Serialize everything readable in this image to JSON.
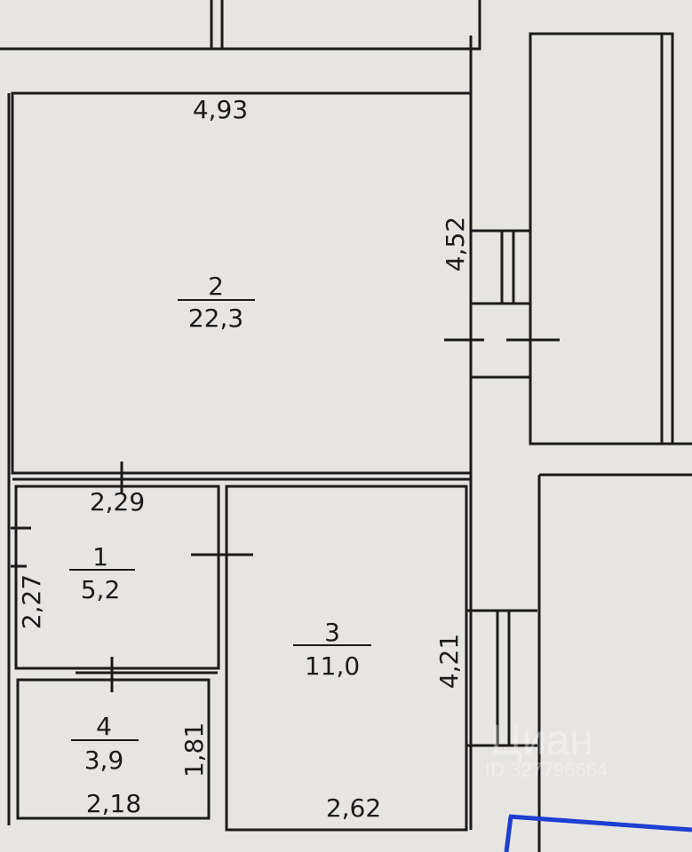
{
  "plan": {
    "rooms": [
      {
        "number": "2",
        "area": "22,3"
      },
      {
        "number": "1",
        "area": "5,2"
      },
      {
        "number": "3",
        "area": "11,0"
      },
      {
        "number": "4",
        "area": "3,9"
      }
    ],
    "dimensions": {
      "room2_width": "4,93",
      "room2_length": "4,52",
      "room1_width": "2,29",
      "room1_length": "2,27",
      "room3_length": "4,21",
      "room3_width": "2,62",
      "room4_width": "2,18",
      "room4_length": "1,81"
    },
    "watermark": {
      "brand": "Циан",
      "id": "ID 327796664"
    },
    "colors": {
      "line": "#1b1b1b",
      "paper": "#e6e5e2",
      "highlight": "#1e3fd0"
    }
  }
}
